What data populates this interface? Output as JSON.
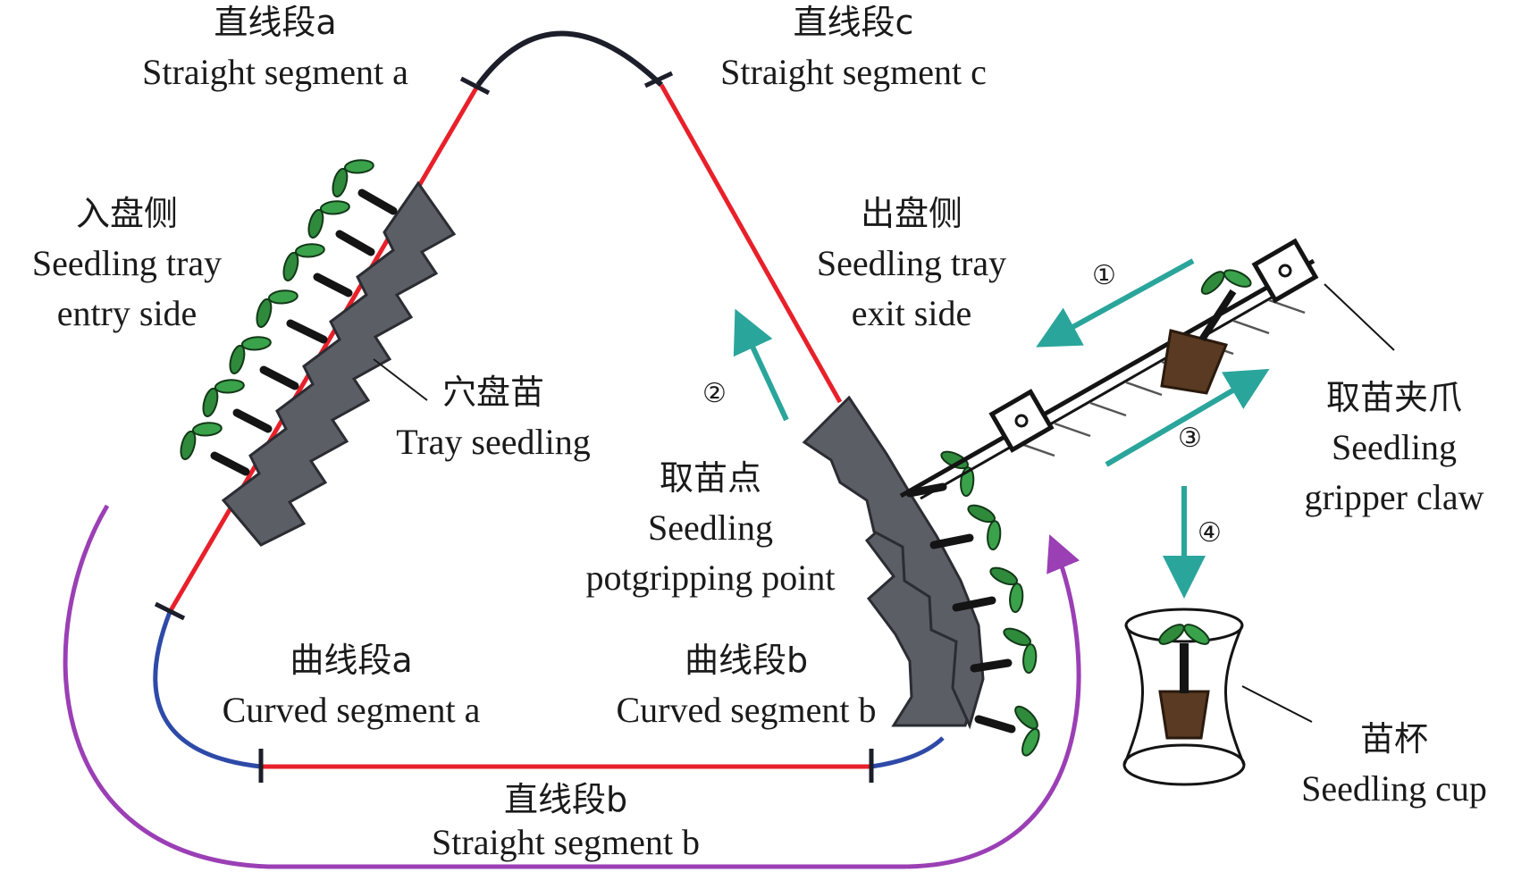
{
  "labels": {
    "straight_a_zh": "直线段a",
    "straight_a_en": "Straight segment a",
    "straight_c_zh": "直线段c",
    "straight_c_en": "Straight segment c",
    "entry_zh": "入盘侧",
    "entry_en_1": "Seedling tray",
    "entry_en_2": "entry side",
    "exit_zh": "出盘侧",
    "exit_en_1": "Seedling tray",
    "exit_en_2": "exit side",
    "tray_seedling_zh": "穴盘苗",
    "tray_seedling_en": "Tray seedling",
    "point_zh": "取苗点",
    "point_en_1": "Seedling",
    "point_en_2": "potgripping point",
    "claw_zh": "取苗夹爪",
    "claw_en_1": "Seedling",
    "claw_en_2": "gripper claw",
    "curved_a_zh": "曲线段a",
    "curved_a_en": "Curved segment a",
    "curved_b_zh": "曲线段b",
    "curved_b_en": "Curved segment b",
    "straight_b_zh": "直线段b",
    "straight_b_en": "Straight segment b",
    "cup_zh": "苗杯",
    "cup_en": "Seedling cup"
  },
  "steps": {
    "s1": "①",
    "s2": "②",
    "s3": "③",
    "s4": "④"
  },
  "colors": {
    "straight_segment": "#e8202a",
    "curved_segment_blue": "#2e4aa8",
    "top_arc": "#1c1f2a",
    "outer_loop": "#9b3fb5",
    "step_arrow": "#2aa59b",
    "tray_body": "#5c5e66",
    "leaf": "#2f8a3c",
    "soil": "#5a3a22"
  }
}
